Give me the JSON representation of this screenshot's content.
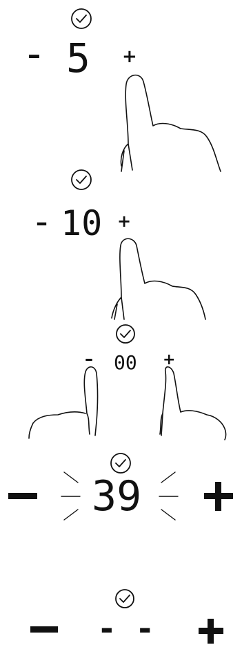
{
  "panels": [
    {
      "id": "p1",
      "display": "5",
      "minus": "–",
      "plus": "+",
      "timer_icon": "clock-check-icon",
      "blinking": false
    },
    {
      "id": "p2",
      "display": "10",
      "minus": "–",
      "plus": "+",
      "timer_icon": "clock-check-icon",
      "blinking": false
    },
    {
      "id": "p3",
      "display": "00",
      "minus": "–",
      "plus": "+",
      "timer_icon": "clock-check-icon",
      "blinking": false
    },
    {
      "id": "p4",
      "display": "39",
      "minus": "–",
      "plus": "+",
      "timer_icon": "clock-check-icon",
      "blinking": true
    },
    {
      "id": "p5",
      "display": "- -",
      "minus": "–",
      "plus": "+",
      "timer_icon": "clock-check-icon",
      "blinking": false
    }
  ],
  "colors": {
    "ink": "#111111",
    "background": "#ffffff"
  }
}
